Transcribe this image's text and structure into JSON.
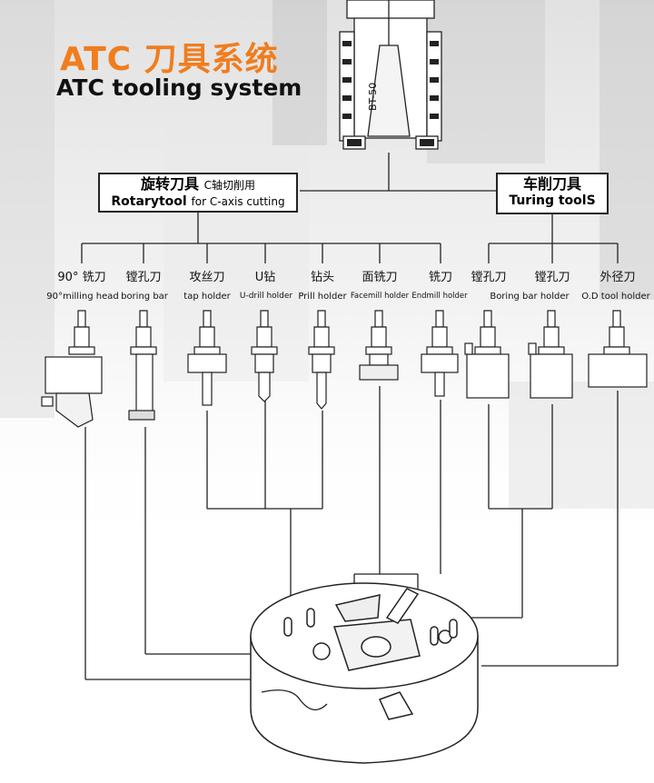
{
  "title_cn": "ATC 刀具系统",
  "title_en": "ATC tooling system",
  "spindle_label": "BT-50",
  "rotary_group": {
    "cn": "旋转刀具",
    "cn_sub": "C轴切削用",
    "en": "Rotarytool",
    "en_sub": "for C-axis cutting"
  },
  "turning_group": {
    "cn": "车削刀具",
    "en": "Turing toolS"
  },
  "rotary_tools": [
    {
      "cn": "90° 铣刀",
      "en": "90°milling head"
    },
    {
      "cn": "镗孔刀",
      "en": "boring bar"
    },
    {
      "cn": "攻丝刀",
      "en": "tap holder"
    },
    {
      "cn": "U钻",
      "en": "U-drill holder"
    },
    {
      "cn": "钻头",
      "en": "Prill holder"
    },
    {
      "cn": "面铣刀",
      "en": "Facemill holder"
    },
    {
      "cn": "铣刀",
      "en": "Endmill holder"
    }
  ],
  "turning_tools": [
    {
      "cn": "镗孔刀",
      "en": ""
    },
    {
      "cn": "镗孔刀",
      "en": "Boring bar holder"
    },
    {
      "cn": "外径刀",
      "en": "O.D tool holder"
    }
  ],
  "colors": {
    "accent": "#f07d1e",
    "line": "#222222",
    "background_tone": "#d8d8d8"
  }
}
